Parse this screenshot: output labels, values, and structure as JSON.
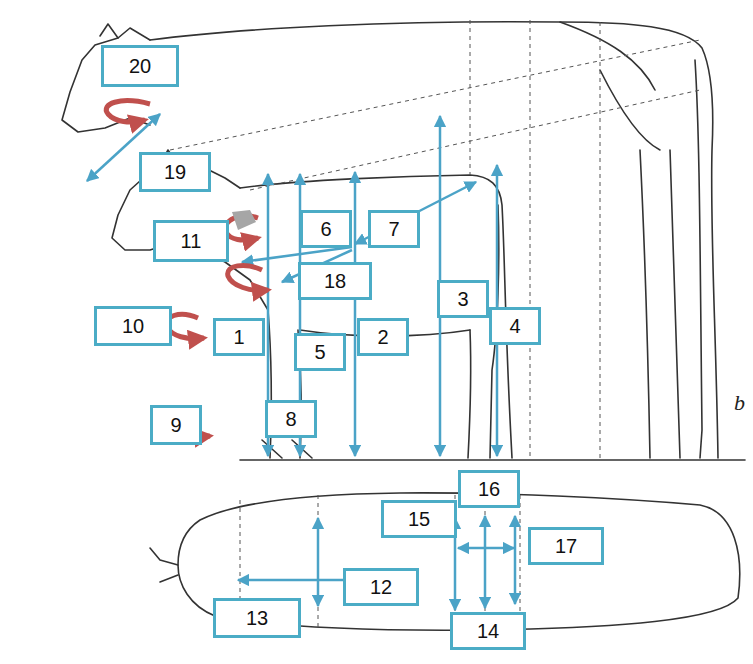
{
  "diagram": {
    "nodes": [
      {
        "text": [
          "20"
        ]
      },
      {
        "text": [
          "19"
        ]
      },
      {
        "text": [
          "6"
        ]
      },
      {
        "text": [
          "7"
        ]
      },
      {
        "text": [
          "11"
        ]
      },
      {
        "text": [
          "18"
        ]
      },
      {
        "text": [
          "3"
        ]
      },
      {
        "text": [
          "10"
        ]
      },
      {
        "text": [
          "4"
        ]
      },
      {
        "text": [
          "1"
        ]
      },
      {
        "text": [
          "2"
        ]
      },
      {
        "text": [
          "5"
        ]
      },
      {
        "text": [
          "8"
        ]
      },
      {
        "text": [
          "9"
        ]
      },
      {
        "text": [
          "16"
        ]
      },
      {
        "text": [
          "15"
        ]
      },
      {
        "text": [
          "17"
        ]
      },
      {
        "text": [
          "12"
        ]
      },
      {
        "text": [
          "13"
        ]
      },
      {
        "text": [
          "14"
        ]
      }
    ],
    "edges": [],
    "labels": [
      "b"
    ]
  }
}
